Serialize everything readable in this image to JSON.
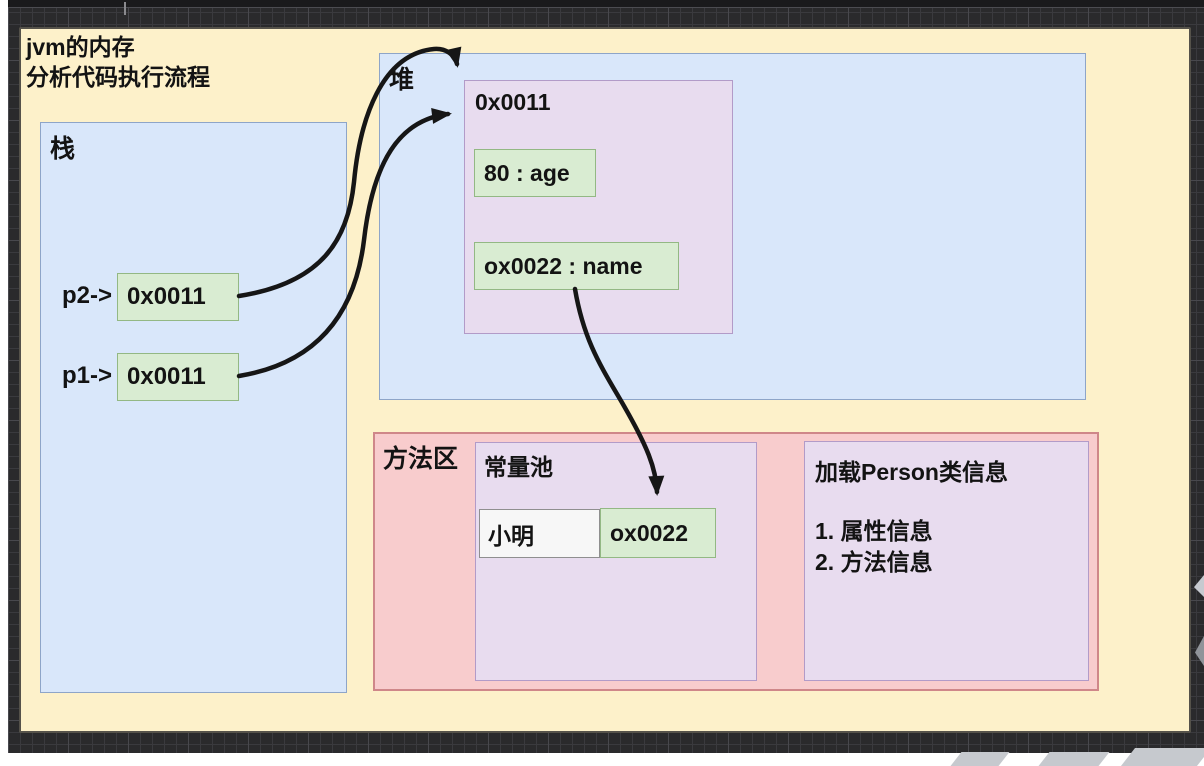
{
  "title": {
    "line1": "jvm的内存",
    "line2": "分析代码执行流程"
  },
  "stack": {
    "label": "栈",
    "frames": [
      {
        "pointer": "p2->",
        "value": "0x0011"
      },
      {
        "pointer": "p1->",
        "value": "0x0011"
      }
    ]
  },
  "heap": {
    "label": "堆",
    "object": {
      "address": "0x0011",
      "fields": [
        "80 : age",
        "ox0022 : name"
      ]
    }
  },
  "method_area": {
    "label": "方法区",
    "constant_pool": {
      "label": "常量池",
      "entry": {
        "value": "小明",
        "address": "ox0022"
      }
    },
    "class_info": {
      "title": "加载Person类信息",
      "items": [
        "1. 属性信息",
        "2. 方法信息"
      ]
    }
  },
  "arrows": [
    {
      "name": "p2-to-heap-object",
      "from": "stack frame p2 0x0011",
      "to": "heap object 0x0011 top edge"
    },
    {
      "name": "p1-to-heap-object",
      "from": "stack frame p1 0x0011",
      "to": "heap object 0x0011 address label"
    },
    {
      "name": "name-field-to-constant-pool",
      "from": "heap field ox0022 : name",
      "to": "constant pool ox0022"
    }
  ],
  "colors": {
    "canvas_background": "#2a2a2c",
    "canvas_grid_line": "#3a3a3e",
    "container_fill": "#fdf1ca",
    "container_border": "#55524a",
    "region_blue_fill": "#d9e7fa",
    "region_blue_border": "#8ea5c8",
    "object_purple_fill": "#e8dcef",
    "object_purple_border": "#b29bc8",
    "value_green_fill": "#d9ecd2",
    "value_green_border": "#93b884",
    "method_area_pink_fill": "#f8cccd",
    "method_area_pink_border": "#cf8789",
    "literal_white_fill": "#f7f7f7",
    "arrow_color": "#161616",
    "text_color": "#131313"
  }
}
